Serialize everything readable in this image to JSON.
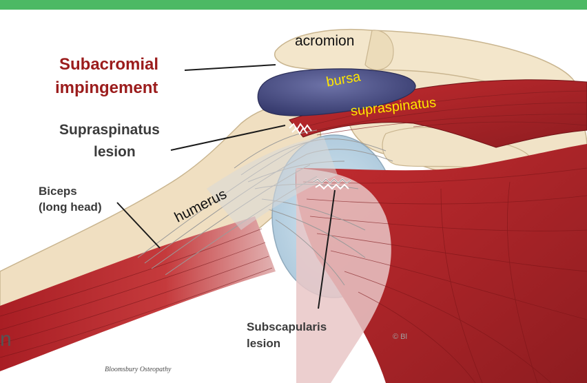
{
  "labels": {
    "acromion": "acromion",
    "subacromial_line1": "Subacromial",
    "subacromial_line2": "impingement",
    "bursa": "bursa",
    "supraspinatus": "supraspinatus",
    "supraspinatus_lesion_line1": "Supraspinatus",
    "supraspinatus_lesion_line2": "lesion",
    "humerus": "humerus",
    "biceps_line1": "Biceps",
    "biceps_line2": "(long head)",
    "subscapularis_line1": "Subscapularis",
    "subscapularis_line2": "lesion"
  },
  "credit": "Bloomsbury Osteopathy",
  "copyright": "© Bl",
  "edge_char": "n",
  "colors": {
    "header_bar": "#4cb964",
    "muscle_red": "#b3262b",
    "bone": "#f1e3c7",
    "bursa": "#4a4f86",
    "tendon": "#d6d6d6",
    "label_red": "#9b1c1c",
    "label_yellow": "#ffe600"
  }
}
